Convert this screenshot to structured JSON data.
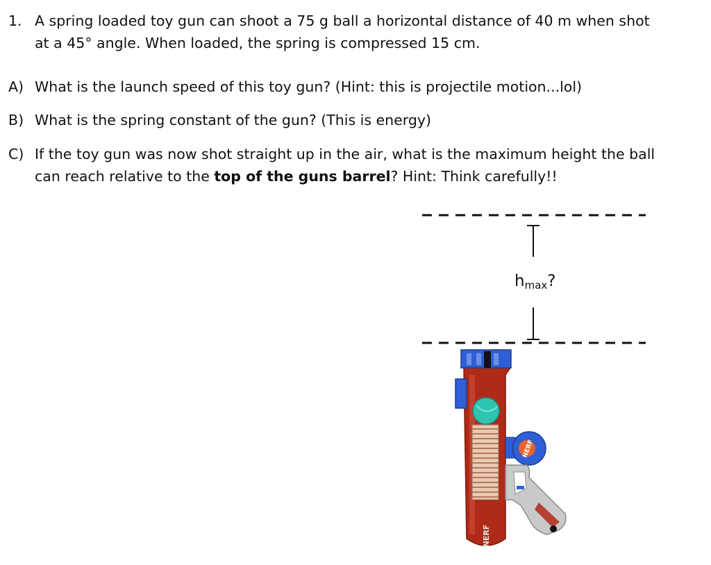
{
  "problem": {
    "number": "1.",
    "statement_line1": "A spring loaded toy gun can shoot a 75 g ball a horizontal distance of 40 m when shot",
    "statement_line2": "at a 45° angle. When loaded, the spring is compressed 15 cm."
  },
  "parts": [
    {
      "letter": "A)",
      "line1": "What is the launch speed of this toy gun? (Hint: this is projectile motion...lol)"
    },
    {
      "letter": "B)",
      "line1": "What is the spring constant of the gun? (This is energy)"
    },
    {
      "letter": "C)",
      "line1": "If the toy gun was now shot straight up in the air, what is the maximum height the ball",
      "line2_before": "can reach relative to the ",
      "line2_bold": "top of the guns barrel",
      "line2_after": "? Hint: Think carefully!!"
    }
  ],
  "figure": {
    "height_label_main": "h",
    "height_label_sub": "max",
    "height_label_suffix": "?",
    "brand_text": "NERF"
  }
}
